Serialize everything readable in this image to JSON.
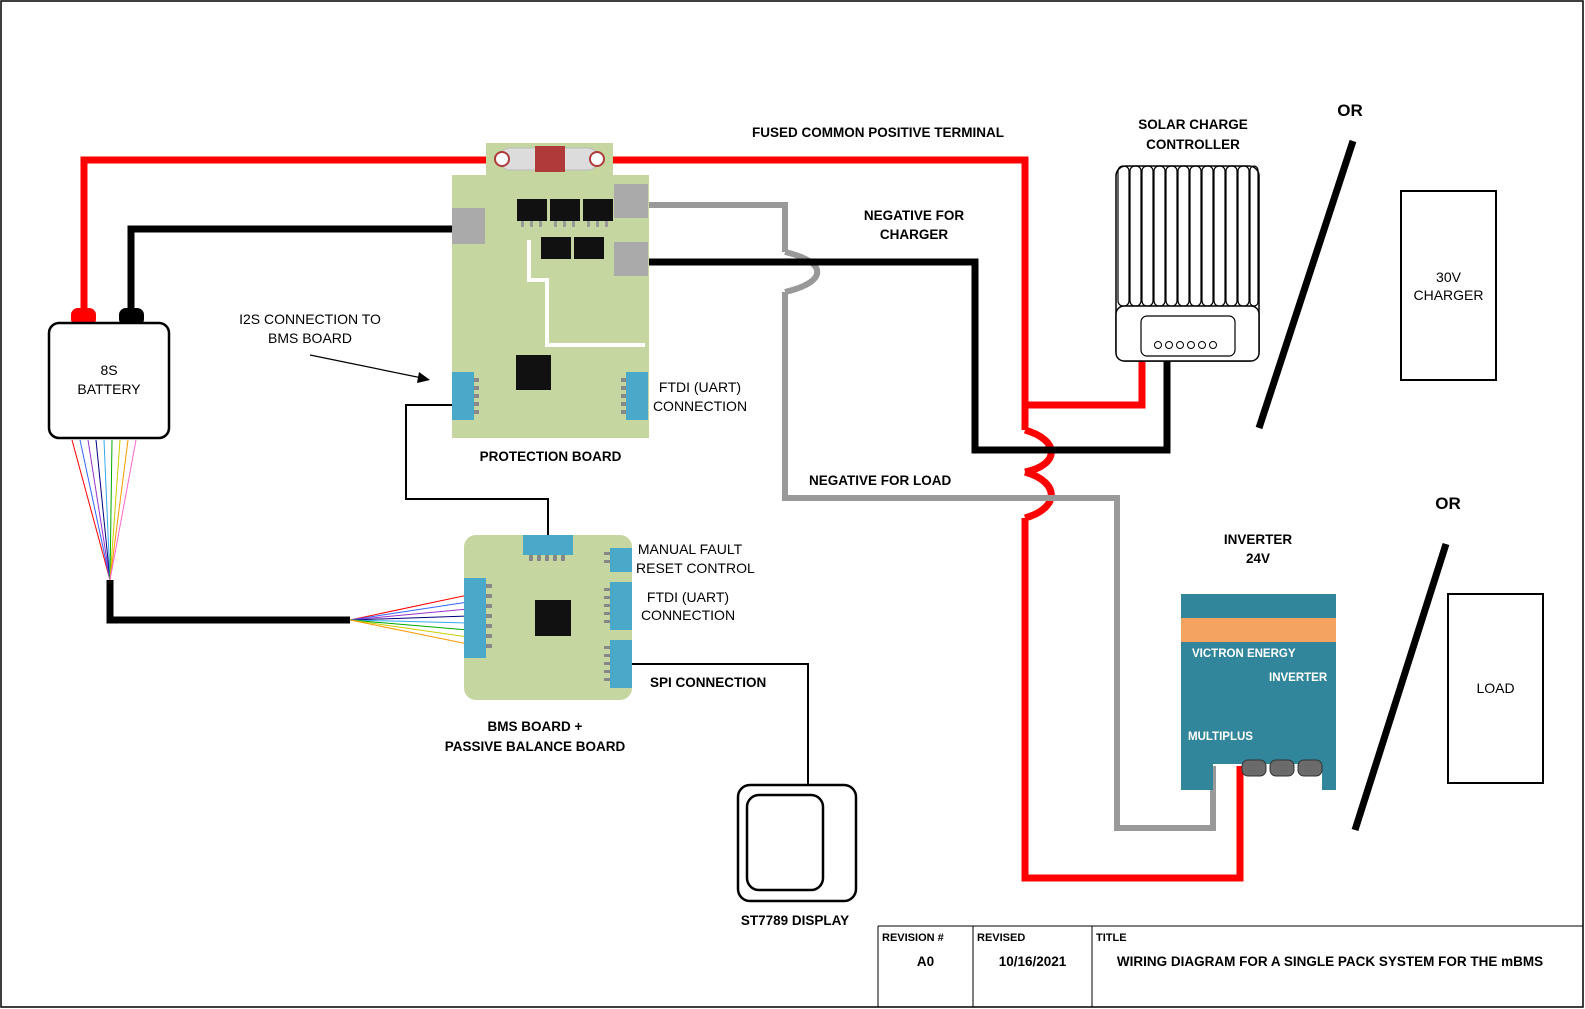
{
  "labels": {
    "fused_terminal": "FUSED COMMON POSITIVE TERMINAL",
    "solar_line1": "SOLAR CHARGE",
    "solar_line2": "CONTROLLER",
    "or_top": "OR",
    "or_bottom": "OR",
    "charger_line1": "30V",
    "charger_line2": "CHARGER",
    "neg_charger_line1": "NEGATIVE FOR",
    "neg_charger_line2": "CHARGER",
    "neg_load": "NEGATIVE FOR LOAD",
    "battery_line1": "8S",
    "battery_line2": "BATTERY",
    "i2s_line1": "I2S CONNECTION TO",
    "i2s_line2": "BMS BOARD",
    "ftdi1_line1": "FTDI (UART)",
    "ftdi1_line2": "CONNECTION",
    "protection_board": "PROTECTION BOARD",
    "manual_line1": "MANUAL FAULT",
    "manual_line2": "RESET CONTROL",
    "ftdi2_line1": "FTDI (UART)",
    "ftdi2_line2": "CONNECTION",
    "spi": "SPI CONNECTION",
    "bms_line1": "BMS BOARD +",
    "bms_line2": "PASSIVE BALANCE BOARD",
    "display": "ST7789 DISPLAY",
    "inverter_line1": "INVERTER",
    "inverter_line2": "24V",
    "victron1": "VICTRON ENERGY",
    "victron2": "INVERTER",
    "victron3": "MULTIPLUS",
    "load": "LOAD"
  },
  "title_block": {
    "revision_header": "REVISION #",
    "revision_value": "A0",
    "revised_header": "REVISED",
    "revised_value": "10/16/2021",
    "title_header": "TITLE",
    "title_value": "WIRING DIAGRAM FOR A SINGLE PACK SYSTEM FOR THE mBMS"
  },
  "colors": {
    "positive_wire": "#ff0000",
    "negative_wire": "#000000",
    "load_negative_wire": "#999999",
    "pcb_green": "#c6d6a0",
    "connector_blue": "#4aa8c8",
    "victron_teal": "#31869b",
    "victron_orange": "#f4a460"
  }
}
